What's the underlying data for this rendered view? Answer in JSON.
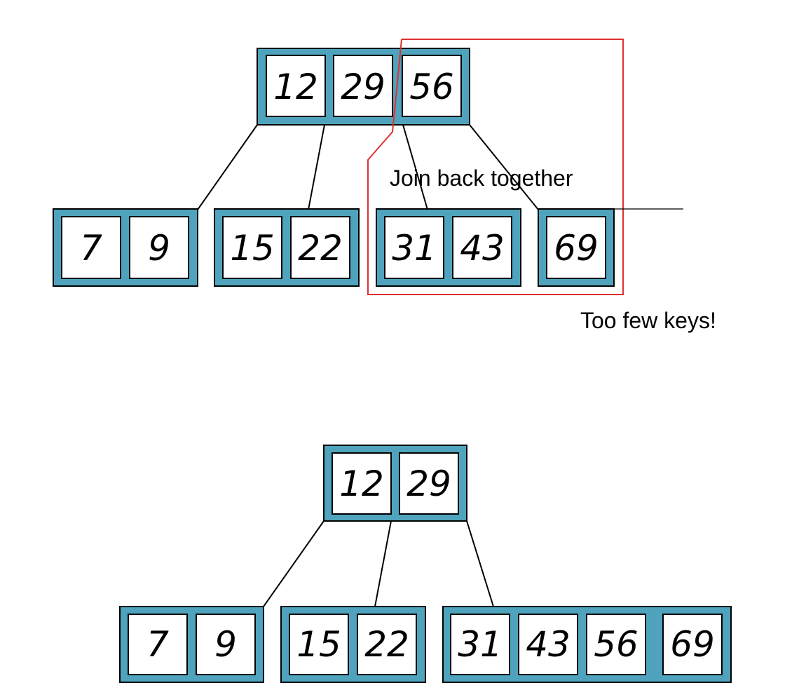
{
  "colors": {
    "node_fill": "#4fa3bc",
    "key_fill": "#ffffff",
    "stroke": "#000000",
    "highlight": "#e03030"
  },
  "before": {
    "root": {
      "keys": [
        "12",
        "29",
        "56"
      ]
    },
    "leaves": [
      {
        "keys": [
          "7",
          "9"
        ]
      },
      {
        "keys": [
          "15",
          "22"
        ]
      },
      {
        "keys": [
          "31",
          "43"
        ]
      },
      {
        "keys": [
          "69"
        ]
      }
    ],
    "join_label": "Join back together",
    "warning_label": "Too few keys!"
  },
  "after": {
    "root": {
      "keys": [
        "12",
        "29"
      ]
    },
    "leaves": [
      {
        "keys": [
          "7",
          "9"
        ]
      },
      {
        "keys": [
          "15",
          "22"
        ]
      },
      {
        "keys": [
          "31",
          "43",
          "56",
          "69"
        ]
      }
    ]
  }
}
